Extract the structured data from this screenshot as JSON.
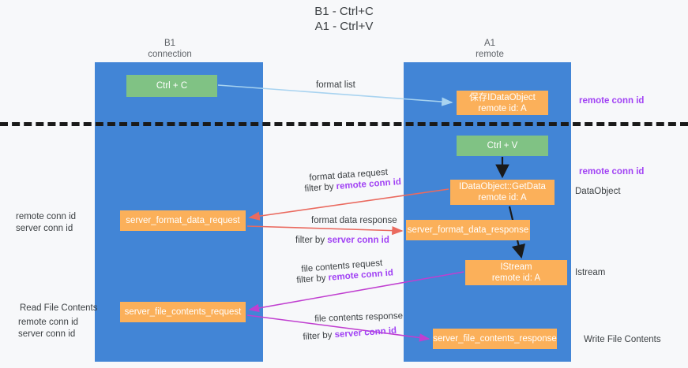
{
  "title": "B1 - Ctrl+C\nA1 - Ctrl+V",
  "columns": {
    "left": "B1\nconnection",
    "right": "A1\nremote"
  },
  "nodes": {
    "ctrl_c": "Ctrl + C",
    "save_data_object": {
      "line1": "保存IDataObject",
      "line2": "remote id: A"
    },
    "ctrl_v": "Ctrl + V",
    "get_data": {
      "line1": "IDataObject::GetData",
      "line2": "remote id: A"
    },
    "server_format_data_request": "server_format_data_request",
    "server_format_data_response": "server_format_data_response",
    "istream": {
      "line1": "IStream",
      "line2": "remote id: A"
    },
    "server_file_contents_request": "server_file_contents_request",
    "server_file_contents_response": "server_file_contents_response"
  },
  "labels": {
    "format_list": "format list",
    "remote_conn_id_top": "remote conn id",
    "remote_conn_id_mid": "remote conn id",
    "data_object": "DataObject",
    "istream_side": "Istream",
    "write_file_contents": "Write File Contents",
    "read_file_contents": "Read File Contents",
    "format_data_request": "format data request",
    "filter_by_remote_1_prefix": "filter by ",
    "filter_by_remote_1_value": "remote conn id",
    "format_data_response": "format data response",
    "filter_by_server_1_prefix": "filter by ",
    "filter_by_server_1_value": "server conn id",
    "file_contents_request": "file contents request",
    "filter_by_remote_2_prefix": "filter by ",
    "filter_by_remote_2_value": "remote conn id",
    "file_contents_response": "file contents response",
    "filter_by_server_2_prefix": "filter by ",
    "filter_by_server_2_value": "server conn id",
    "left_mid_remote": "remote conn id",
    "left_mid_server": "server conn id",
    "left_bot_remote": "remote conn id",
    "left_bot_server": "server conn id"
  },
  "colors": {
    "lane": "#4285d6",
    "green_node": "#80c284",
    "orange_node": "#fbb05a",
    "purple_text": "#a142f4",
    "green_text": "#5cb85c",
    "arrow_blue": "#a8d3f0",
    "arrow_red": "#ea6a5f",
    "arrow_magenta": "#c03fd0",
    "arrow_black": "#1a1a1a",
    "divider": "#1a1a1a",
    "background": "#f7f8fa"
  }
}
